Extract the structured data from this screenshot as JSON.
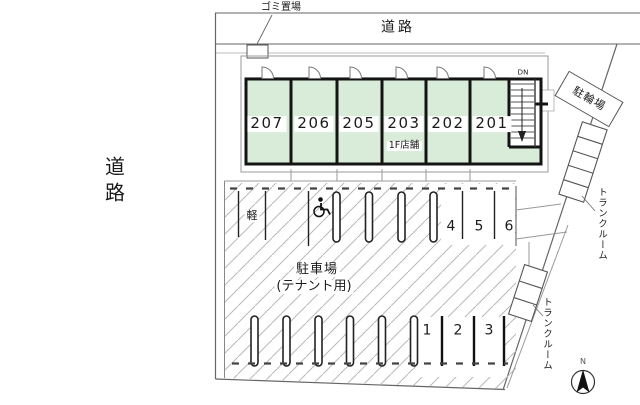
{
  "labels": {
    "road_top": "道路",
    "road_left": "道路",
    "garbage": "ゴミ置場",
    "bicycle_parking": "駐輪場",
    "trunk_room_upper": "トランクルーム",
    "trunk_room_lower": "トランクルーム",
    "parking_title": "駐車場",
    "parking_subtitle": "(テナント用)",
    "kei_space": "軽",
    "store_1f": "1F店舗",
    "stairs_down": "DN",
    "compass_north": "N"
  },
  "rooms": [
    "207",
    "206",
    "205",
    "203",
    "202",
    "201"
  ],
  "parking_spaces": {
    "upper": [
      "4",
      "5",
      "6"
    ],
    "lower": [
      "1",
      "2",
      "3"
    ]
  },
  "icons": [
    "door-swing-icon",
    "wheelchair-icon",
    "staircase",
    "compass-north-icon"
  ],
  "colors": {
    "room_fill": "#d9ecd9",
    "wall": "#141414",
    "boundary_line": "#666666",
    "hatch": "#b9b9b9",
    "background": "#ffffff"
  }
}
